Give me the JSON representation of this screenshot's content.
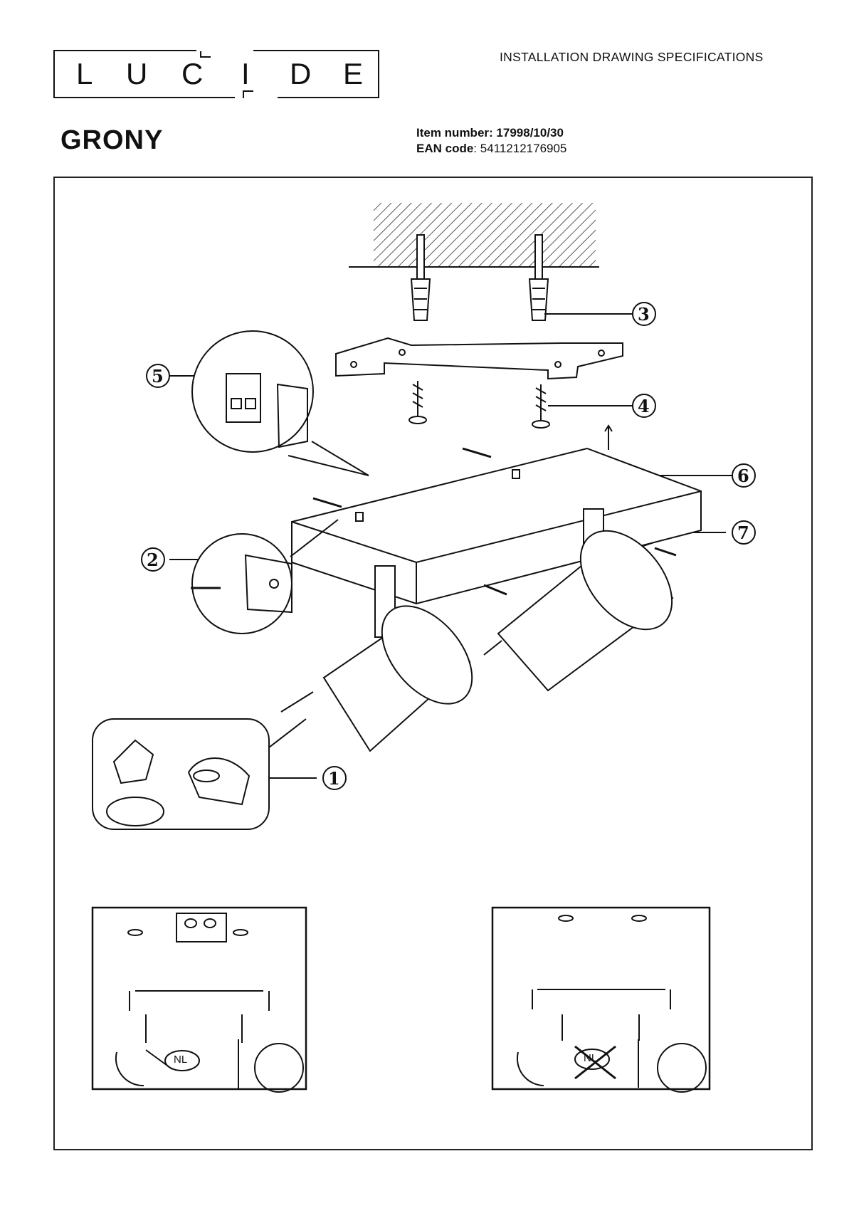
{
  "header": {
    "logo_letters": [
      "L",
      "U",
      "C",
      "I",
      "D",
      "E"
    ],
    "doc_type": "INSTALLATION DRAWING SPECIFICATIONS",
    "product_name": "GRONY",
    "item_label": "Item number:",
    "item_value": "17998/10/30",
    "ean_label": "EAN code",
    "ean_value": ": 5411212176905"
  },
  "callouts": [
    "1",
    "2",
    "3",
    "4",
    "5",
    "6",
    "7"
  ],
  "lower_panels": {
    "left_badge": "NL",
    "right_badge": "NL"
  }
}
